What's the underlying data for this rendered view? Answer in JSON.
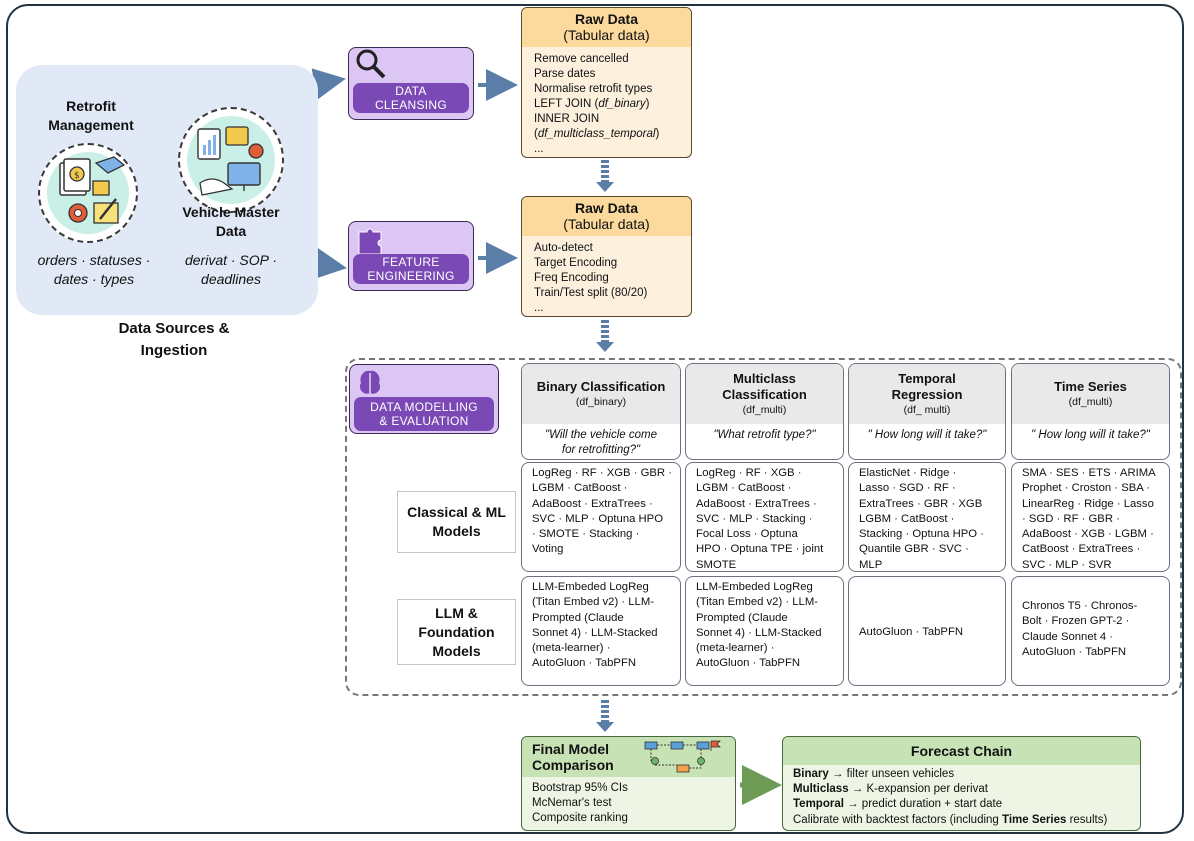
{
  "sources": {
    "retrofit": {
      "title_l1": "Retrofit",
      "title_l2": "Management",
      "items_l1": "orders · statuses ·",
      "items_l2": "dates · types"
    },
    "vehicle": {
      "title_l1": "Vehicle Master",
      "title_l2": "Data",
      "items_l1": "derivat · SOP ·",
      "items_l2": "deadlines"
    },
    "label_l1": "Data Sources &",
    "label_l2": "Ingestion"
  },
  "steps": {
    "cleansing": {
      "label_l1": "DATA",
      "label_l2": "CLEANSING"
    },
    "feature": {
      "label_l1": "FEATURE",
      "label_l2": "ENGINEERING"
    },
    "modelling": {
      "label_l1": "DATA MODELLING",
      "label_l2": "& EVALUATION"
    }
  },
  "raw1": {
    "title": "Raw Data",
    "subtitle": "(Tabular data)",
    "lines": [
      "Remove cancelled",
      "Parse dates",
      "Normalise retrofit types",
      "LEFT JOIN (",
      "df_binary",
      ")",
      "INNER JOIN",
      "(",
      "df_multiclass_temporal",
      ")",
      "..."
    ]
  },
  "raw2": {
    "title": "Raw Data",
    "subtitle": "(Tabular data)",
    "lines": [
      "Auto-detect",
      "Target Encoding",
      "Freq Encoding",
      "Train/Test split (80/20)",
      "..."
    ]
  },
  "columns": [
    {
      "title_l1": "Binary Classification",
      "title_l2": "",
      "sub": "(df_binary)",
      "q_l1": "\"Will the vehicle come",
      "q_l2": "for retrofitting?\""
    },
    {
      "title_l1": "Multiclass",
      "title_l2": "Classification",
      "sub": "(df_multi)",
      "q_l1": "\"What retrofit type?\"",
      "q_l2": ""
    },
    {
      "title_l1": "Temporal",
      "title_l2": "Regression",
      "sub": "(df_ multi)",
      "q_l1": "\" How long will it take?\"",
      "q_l2": ""
    },
    {
      "title_l1": "Time Series",
      "title_l2": "",
      "sub": "(df_multi)",
      "q_l1": "\" How long will it take?\"",
      "q_l2": ""
    }
  ],
  "rows": [
    {
      "label_l1": "Classical & ML",
      "label_l2": "Models",
      "cells": [
        [
          "LogReg · RF · XGB · GBR ·",
          "LGBM · CatBoost ·",
          "AdaBoost · ExtraTrees ·",
          "SVC · MLP · Optuna HPO",
          "· SMOTE · Stacking ·",
          "Voting"
        ],
        [
          "LogReg · RF · XGB ·",
          "LGBM · CatBoost ·",
          "AdaBoost · ExtraTrees ·",
          "SVC · MLP · Stacking ·",
          "Focal Loss · Optuna",
          "HPO · Optuna TPE · joint",
          "SMOTE"
        ],
        [
          "ElasticNet · Ridge ·",
          "Lasso · SGD · RF ·",
          "ExtraTrees · GBR · XGB",
          "LGBM · CatBoost ·",
          "Stacking · Optuna HPO ·",
          "Quantile GBR  · SVC ·",
          "MLP"
        ],
        [
          "SMA · SES · ETS · ARIMA",
          "Prophet · Croston · SBA ·",
          "LinearReg · Ridge · Lasso",
          "· SGD · RF · GBR ·",
          "AdaBoost · XGB · LGBM ·",
          "CatBoost · ExtraTrees ·",
          "SVC · MLP · SVR"
        ]
      ]
    },
    {
      "label_l1": "LLM &",
      "label_l2": "Foundation",
      "label_l3": "Models",
      "cells": [
        [
          "LLM-Embeded LogReg",
          "(Titan Embed v2) · LLM-",
          "Prompted (Claude",
          "Sonnet 4) · LLM-Stacked",
          "(meta-learner) ·",
          "AutoGluon · TabPFN"
        ],
        [
          "LLM-Embeded LogReg",
          "(Titan Embed v2) · LLM-",
          "Prompted (Claude",
          "Sonnet 4) · LLM-Stacked",
          "(meta-learner) ·",
          "AutoGluon · TabPFN"
        ],
        [
          "AutoGluon · TabPFN"
        ],
        [
          "Chronos T5 · Chronos-",
          "Bolt · Frozen GPT-2 ·",
          "Claude Sonnet 4 ·",
          "AutoGluon · TabPFN"
        ]
      ]
    }
  ],
  "final": {
    "title_l1": "Final Model",
    "title_l2": "Comparison",
    "lines": [
      "Bootstrap 95% CIs",
      "McNemar's test",
      "Composite ranking"
    ]
  },
  "forecast": {
    "title": "Forecast Chain",
    "l1_bold": "Binary",
    "l1_rest": " → filter unseen vehicles",
    "l2_bold": "Multiclass",
    "l2_rest": " → K-expansion per derivat",
    "l3_bold": "Temporal",
    "l3_rest": " → predict duration + start date",
    "l4_pre": "Calibrate with backtest factors (including ",
    "l4_bold": "Time Series",
    "l4_post": " results)"
  },
  "colors": {
    "frame": "#23323f",
    "sources_bg": "#e1e8f6",
    "process_bg": "#dcc6f4",
    "process_bar": "#7b49b5",
    "raw_bg": "#fdf1de",
    "raw_header": "#fcd99c",
    "green_bg": "#eef5e4",
    "green_header": "#c7e2b4",
    "arrow": "#5b7ea8",
    "arrow_green": "#6d9a55"
  },
  "icons": [
    "money-icon",
    "document-icon",
    "gear-icon",
    "pencil-icon",
    "package-icon",
    "monitor-icon",
    "chart-icon",
    "hand-icon",
    "magnifier-icon",
    "puzzle-icon",
    "brain-icon",
    "flowchart-icon"
  ]
}
